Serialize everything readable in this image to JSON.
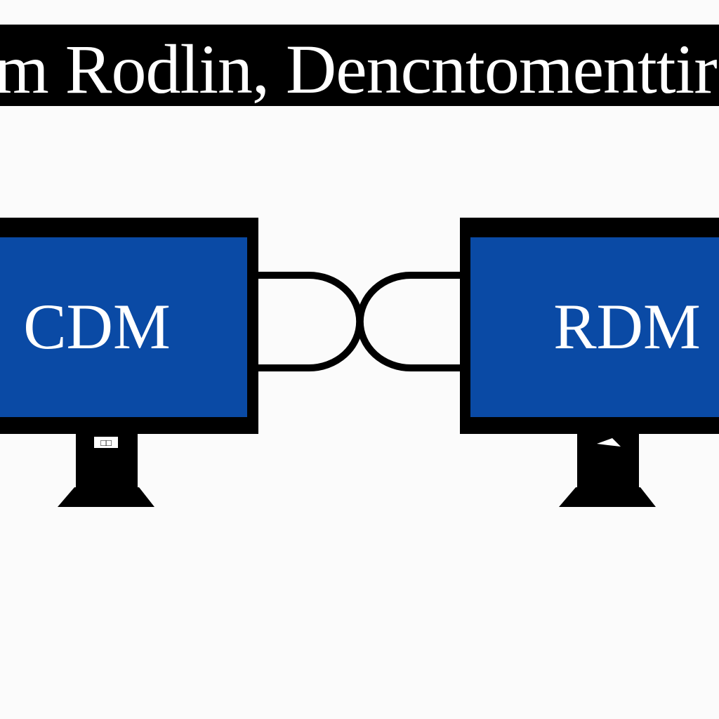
{
  "header": {
    "title": "m  Rodlin, Dencntomenttiro"
  },
  "diagram": {
    "left_monitor": {
      "screen_label": "CDM",
      "stand_label": "□□"
    },
    "right_monitor": {
      "screen_label": "RDM"
    },
    "connection": {
      "type": "cable-link"
    },
    "colors": {
      "screen_blue": "#0a4aa5",
      "frame_black": "#000000",
      "background": "#fbfbfb",
      "text_white": "#ffffff"
    }
  }
}
